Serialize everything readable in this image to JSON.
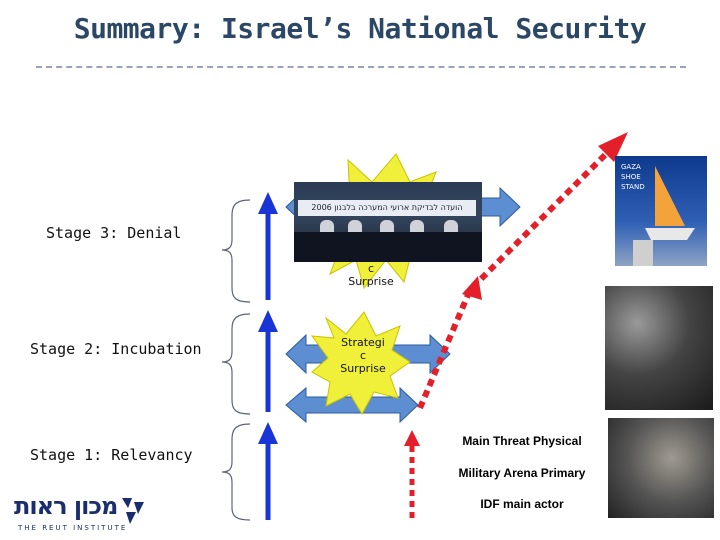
{
  "title": "Summary: Israel’s National Security",
  "stages": [
    {
      "label": "Stage 3: Denial"
    },
    {
      "label": "Stage 2: Incubation"
    },
    {
      "label": "Stage 1: Relevancy"
    }
  ],
  "bursts": [
    {
      "label_line1": "c",
      "label_line2": "Surprise"
    },
    {
      "label_line1": "Strategi",
      "label_line2": "c",
      "label_line3": "Surprise"
    }
  ],
  "notes": [
    "Main Threat Physical",
    "Military Arena Primary",
    "IDF main actor"
  ],
  "images": {
    "press_banner": "הועדה לבדיקת ארועי המערכה בלבנון 2006",
    "gaza_text_1": "GAZA",
    "gaza_text_2": "SHOE",
    "gaza_text_3": "STAND"
  },
  "logo": {
    "hebrew": "מכון ראות",
    "english": "THE REUT INSTITUTE"
  },
  "colors": {
    "title": "#2b4766",
    "arrow_blue": "#1a35d6",
    "arrow_fill": "#5d8ed1",
    "threat_red": "#e3202a",
    "burst_yellow": "#f0f03a"
  }
}
